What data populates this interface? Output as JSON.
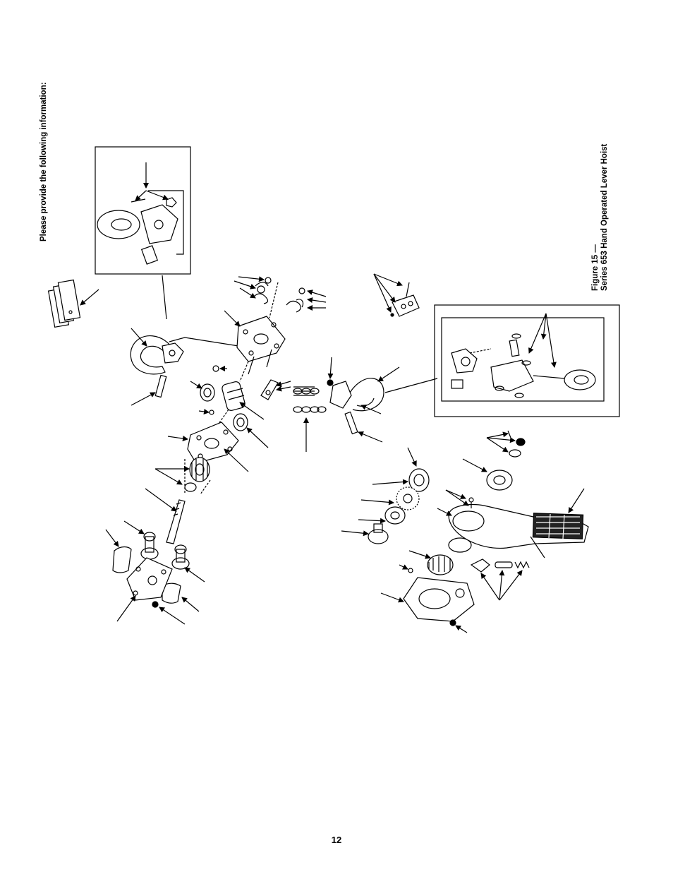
{
  "header": {
    "instruction": "Please provide the following information:"
  },
  "figure": {
    "caption_line1": "Figure 15 —",
    "caption_line2": "Series 653 Hand Operated Lever Hoist"
  },
  "footer": {
    "page_number": "12"
  }
}
